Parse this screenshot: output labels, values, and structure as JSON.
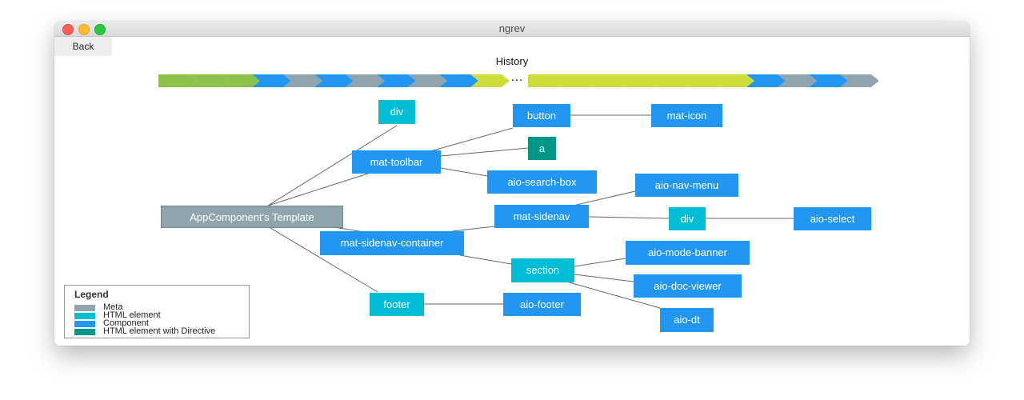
{
  "window": {
    "title": "ngrev"
  },
  "toolbar": {
    "back_label": "Back"
  },
  "history": {
    "title": "History",
    "ellipsis": "…",
    "left_segments": [
      "#8bc34a",
      "#8bc34a",
      "#8bc34a",
      "#2196f3",
      "#90a4ae",
      "#2196f3",
      "#90a4ae",
      "#2196f3",
      "#90a4ae",
      "#2196f3",
      "#cddc39"
    ],
    "right_segments": [
      "#cddc39",
      "#cddc39",
      "#cddc39",
      "#cddc39",
      "#cddc39",
      "#cddc39",
      "#cddc39",
      "#2196f3",
      "#90a4ae",
      "#2196f3",
      "#90a4ae"
    ]
  },
  "colors": {
    "meta": "#90a4ae",
    "html_element": "#00bcd4",
    "component": "#2196f3",
    "html_element_with_directive": "#009688",
    "edge": "#666666"
  },
  "nodes": {
    "appcomponent_template": {
      "label": "AppComponent's Template",
      "kind": "meta"
    },
    "div_top": {
      "label": "div",
      "kind": "html_element"
    },
    "mat_toolbar": {
      "label": "mat-toolbar",
      "kind": "component"
    },
    "button": {
      "label": "button",
      "kind": "component"
    },
    "mat_icon": {
      "label": "mat-icon",
      "kind": "component"
    },
    "a": {
      "label": "a",
      "kind": "html_element_with_directive"
    },
    "aio_search_box": {
      "label": "aio-search-box",
      "kind": "component"
    },
    "mat_sidenav_container": {
      "label": "mat-sidenav-container",
      "kind": "component"
    },
    "mat_sidenav": {
      "label": "mat-sidenav",
      "kind": "component"
    },
    "aio_nav_menu": {
      "label": "aio-nav-menu",
      "kind": "component"
    },
    "div_mid": {
      "label": "div",
      "kind": "html_element"
    },
    "aio_select": {
      "label": "aio-select",
      "kind": "component"
    },
    "section": {
      "label": "section",
      "kind": "html_element"
    },
    "aio_mode_banner": {
      "label": "aio-mode-banner",
      "kind": "component"
    },
    "aio_doc_viewer": {
      "label": "aio-doc-viewer",
      "kind": "component"
    },
    "aio_dt": {
      "label": "aio-dt",
      "kind": "component"
    },
    "footer": {
      "label": "footer",
      "kind": "html_element"
    },
    "aio_footer": {
      "label": "aio-footer",
      "kind": "component"
    }
  },
  "legend": {
    "title": "Legend",
    "items": [
      {
        "label": "Meta",
        "color": "#90a4ae"
      },
      {
        "label": "HTML element",
        "color": "#00bcd4"
      },
      {
        "label": "Component",
        "color": "#2196f3"
      },
      {
        "label": "HTML element with Directive",
        "color": "#009688"
      }
    ]
  }
}
